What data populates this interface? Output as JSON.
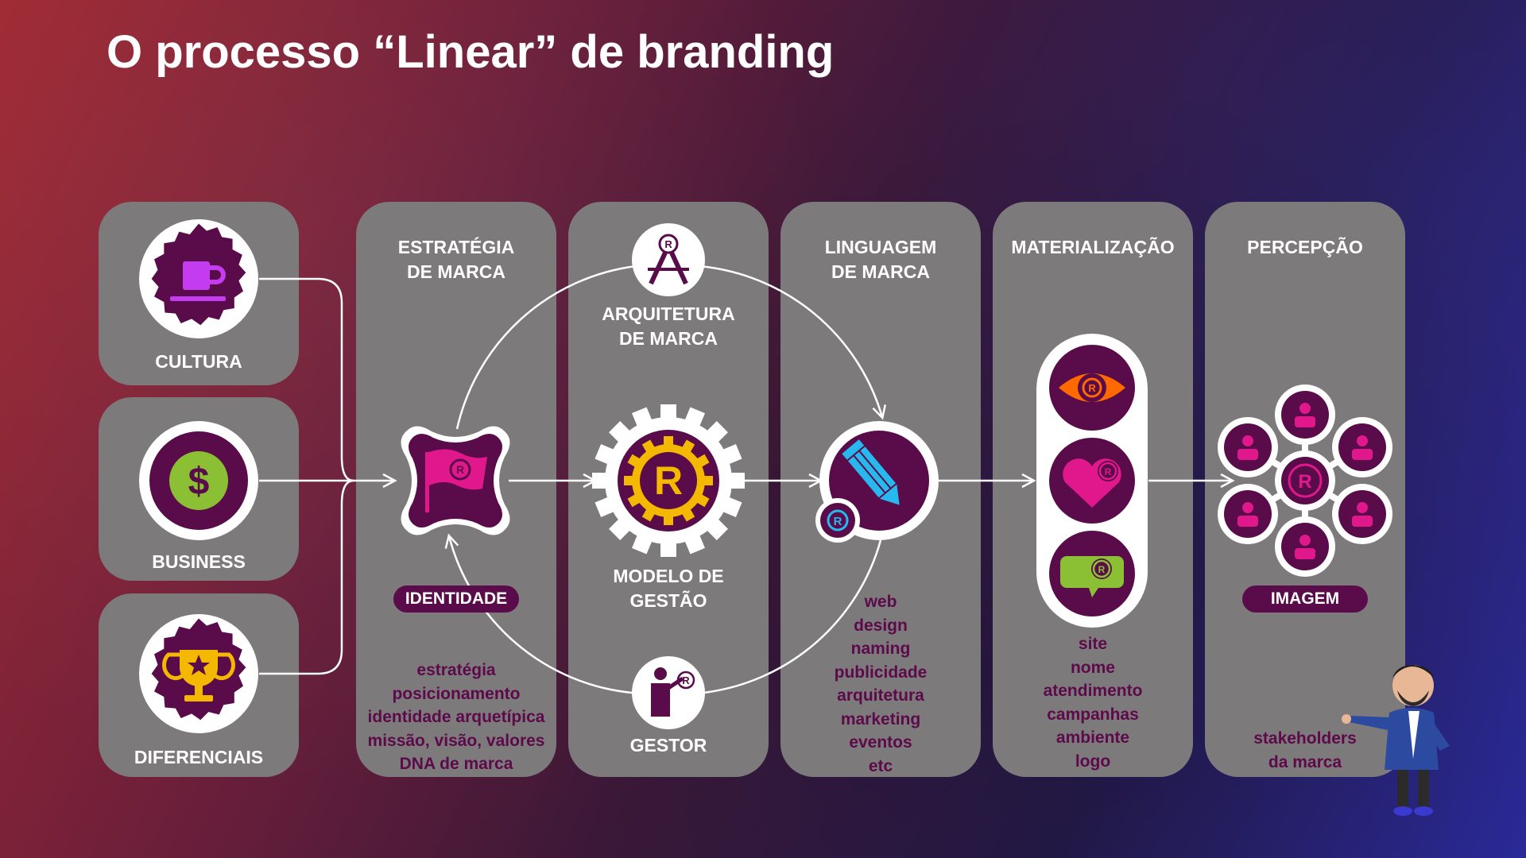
{
  "title": "O processo “Linear” de branding",
  "inputs": [
    {
      "label": "CULTURA",
      "icon": "coffee-cup-icon"
    },
    {
      "label": "BUSINESS",
      "icon": "dollar-coin-icon"
    },
    {
      "label": "DIFERENCIAIS",
      "icon": "trophy-icon"
    }
  ],
  "columns": {
    "estrategia": {
      "heading": "ESTRATÉGIA\nDE MARCA",
      "pill": "IDENTIDADE",
      "items": [
        "estratégia",
        "posicionamento",
        "identidade arquetípica",
        "missão, visão, valores",
        "DNA de marca"
      ]
    },
    "gestao": {
      "top_label": "ARQUITETURA\nDE MARCA",
      "center_label": "MODELO DE\nGESTÃO",
      "bottom_label": "GESTOR"
    },
    "linguagem": {
      "heading": "LINGUAGEM\nDE MARCA",
      "items": [
        "web",
        "design",
        "naming",
        "publicidade",
        "arquitetura",
        "marketing",
        "eventos",
        "etc"
      ]
    },
    "materializacao": {
      "heading": "MATERIALIZAÇÃO",
      "items": [
        "site",
        "nome",
        "atendimento",
        "campanhas",
        "ambiente",
        "logo"
      ]
    },
    "percepcao": {
      "heading": "PERCEPÇÃO",
      "pill": "IMAGEM",
      "items": [
        "stakeholders",
        "da marca"
      ]
    }
  },
  "colors": {
    "panel": "#7d7a7c",
    "dark_purple": "#5a0c4a",
    "magenta": "#e0188c",
    "violet": "#c33cf0",
    "lime": "#8bc034",
    "orange": "#ff6a00",
    "cyan": "#27b8ee",
    "yellow": "#f5b800"
  }
}
